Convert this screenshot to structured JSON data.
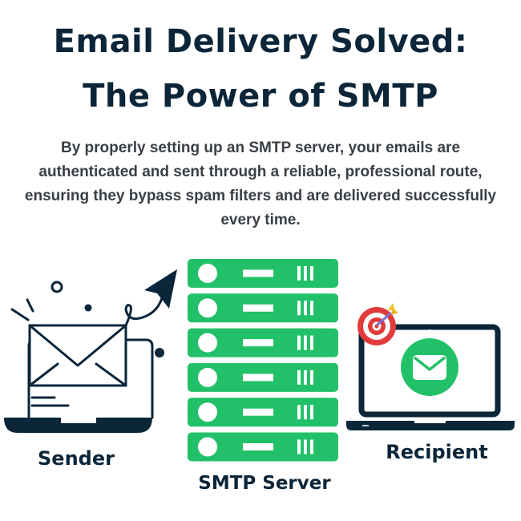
{
  "header": {
    "title_line1": "Email Delivery Solved:",
    "title_line2": "The Power of SMTP",
    "description": "By properly setting up an SMTP server, your emails are authenticated and sent through a reliable, professional route, ensuring they bypass spam filters and are delivered successfully every time."
  },
  "diagram": {
    "sender": {
      "label": "Sender",
      "icon": "laptop-envelope-send-icon"
    },
    "server": {
      "label": "SMTP Server",
      "icon": "server-rack-icon",
      "rack_units": 6
    },
    "recipient": {
      "label": "Recipient",
      "icon": "laptop-mail-target-icon"
    }
  },
  "colors": {
    "navy": "#0b2539",
    "green": "#22c068",
    "text_gray": "#3a3f45",
    "target_red": "#e23b3b"
  }
}
